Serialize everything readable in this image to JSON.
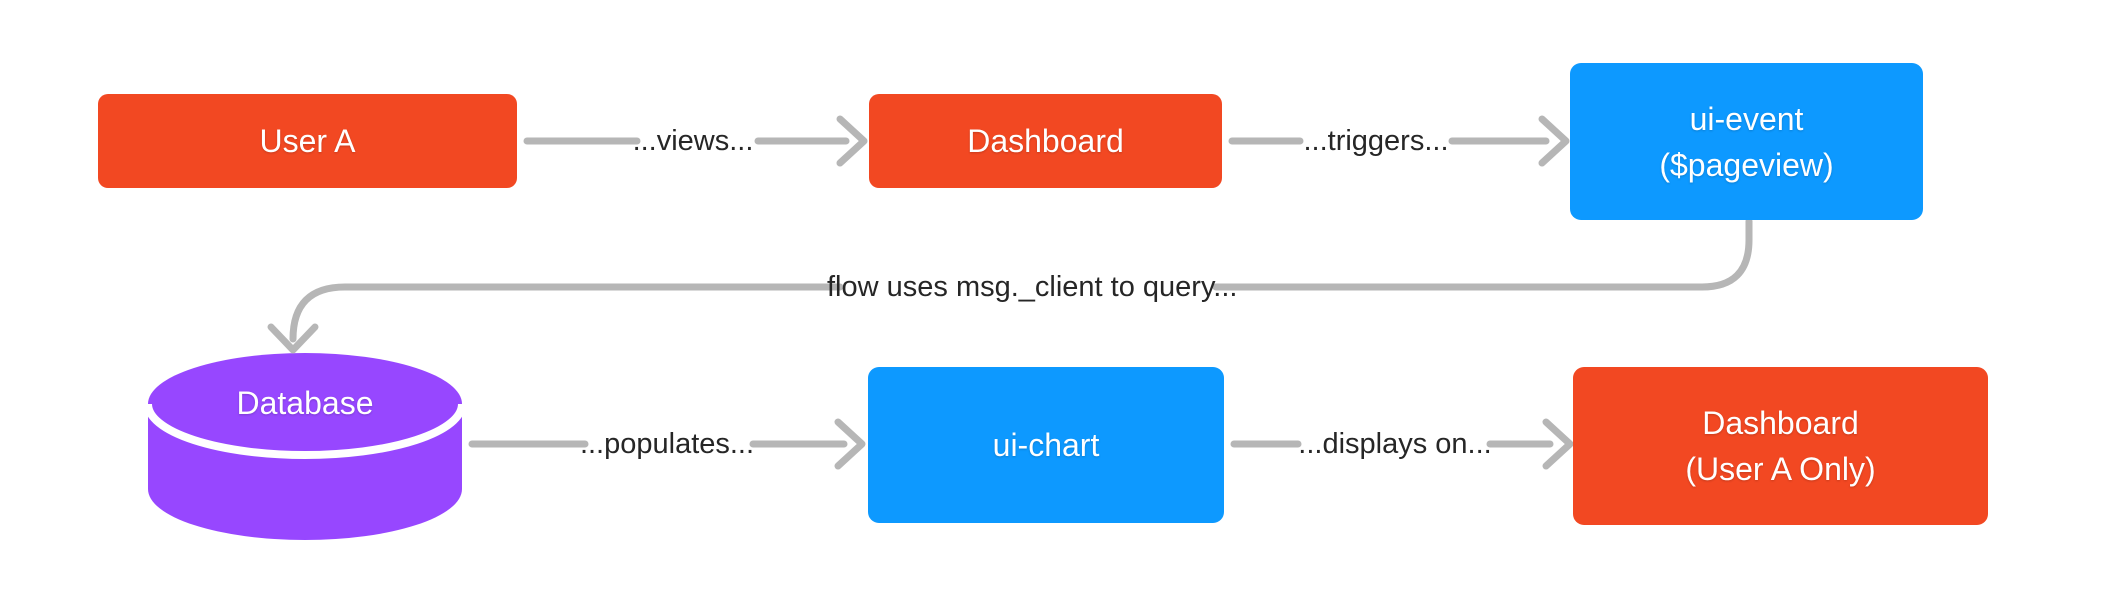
{
  "colors": {
    "node_orange": "#F24822",
    "node_blue": "#0D99FF",
    "node_purple": "#9747FF",
    "connector_gray": "#B6B6B6",
    "label_text": "#262626",
    "node_text": "#FFFFFF",
    "cylinder_divider": "#FFFFFF",
    "background": "#FFFFFF"
  },
  "diagram": {
    "nodes": [
      {
        "id": "user-a",
        "shape": "rectangle",
        "color": "#F24822",
        "lines": [
          "User A"
        ]
      },
      {
        "id": "dashboard",
        "shape": "rectangle",
        "color": "#F24822",
        "lines": [
          "Dashboard"
        ]
      },
      {
        "id": "ui-event",
        "shape": "rectangle",
        "color": "#0D99FF",
        "lines": [
          "ui-event",
          "($pageview)"
        ]
      },
      {
        "id": "database",
        "shape": "cylinder",
        "color": "#9747FF",
        "lines": [
          "Database"
        ]
      },
      {
        "id": "ui-chart",
        "shape": "rectangle",
        "color": "#0D99FF",
        "lines": [
          "ui-chart"
        ]
      },
      {
        "id": "dashboard-user-a-only",
        "shape": "rectangle",
        "color": "#F24822",
        "lines": [
          "Dashboard",
          "(User A Only)"
        ]
      }
    ],
    "edges": [
      {
        "from": "user-a",
        "to": "dashboard",
        "label": "...views..."
      },
      {
        "from": "dashboard",
        "to": "ui-event",
        "label": "...triggers..."
      },
      {
        "from": "ui-event",
        "to": "database",
        "label": "flow uses msg._client to query..."
      },
      {
        "from": "database",
        "to": "ui-chart",
        "label": "...populates..."
      },
      {
        "from": "ui-chart",
        "to": "dashboard-user-a-only",
        "label": "...displays on..."
      }
    ]
  }
}
